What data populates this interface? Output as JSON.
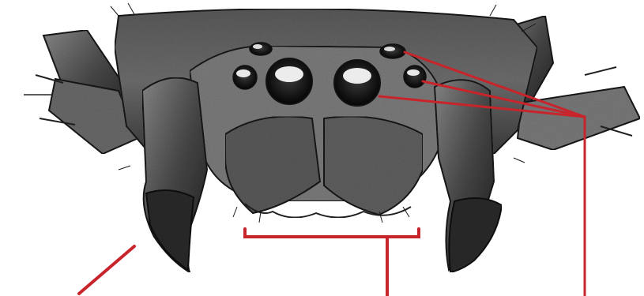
{
  "figure": {
    "subject": "jumping-spider-head-front-view",
    "colors": {
      "body_dark": "#2a2a2a",
      "body_mid": "#5c5c5c",
      "body_light": "#9a9a9a",
      "eye_dark": "#0e0e0e",
      "eye_highlight": "#e8e8e8",
      "callout_line": "#c8242b",
      "background": "#ffffff"
    },
    "callouts": [
      {
        "name": "callout-chelicerae-pointer",
        "target": "chelicera-fang"
      },
      {
        "name": "callout-mouthparts-bracket",
        "target": "mouthparts"
      },
      {
        "name": "callout-eyes-pointer",
        "target": "eyes"
      }
    ]
  }
}
